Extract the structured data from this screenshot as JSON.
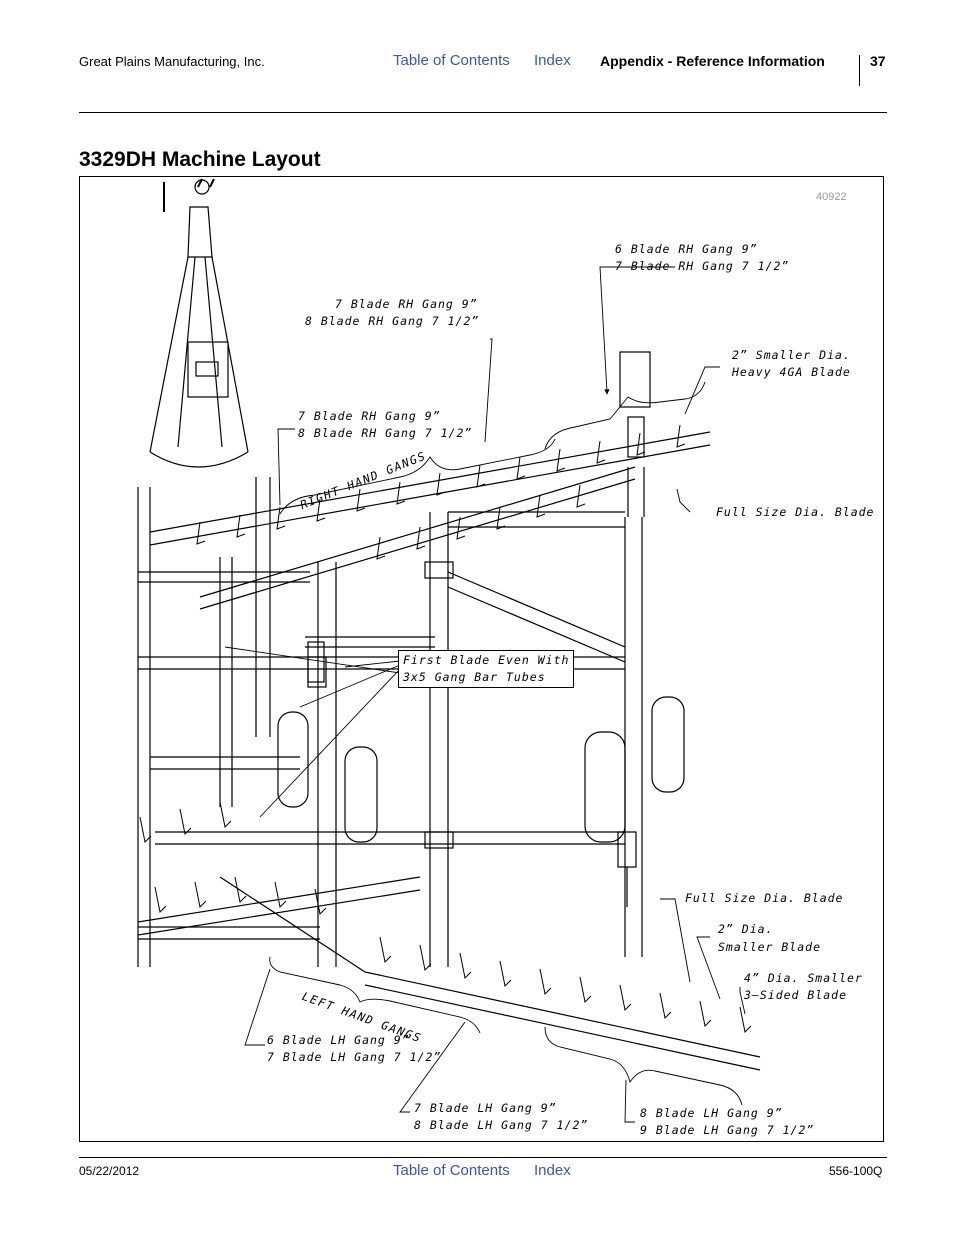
{
  "header": {
    "company": "Great Plains Manufacturing, Inc.",
    "toc_link": "Table of Contents",
    "index_link": "Index",
    "section": "Appendix - Reference Information",
    "page_number": "37"
  },
  "page_title": "3329DH Machine Layout",
  "figure": {
    "figure_number": "40922",
    "callouts": {
      "rh_6_blade": [
        "6 Blade RH Gang 9”",
        "7 Blade RH Gang 7 1/2”"
      ],
      "rh_7_blade": [
        "7 Blade RH Gang 9”",
        "8 Blade RH Gang 7 1/2”"
      ],
      "rh_7_blade_lower": [
        "7 Blade RH Gang 9”",
        "8 Blade RH Gang 7 1/2”"
      ],
      "smaller_dia_heavy": [
        "2” Smaller Dia.",
        "Heavy 4GA Blade"
      ],
      "full_size_rh": "Full Size Dia. Blade",
      "first_blade": [
        "First Blade Even With",
        "3x5 Gang Bar Tubes"
      ],
      "full_size_lh": "Full Size Dia. Blade",
      "dia_smaller_blade": [
        "2” Dia.",
        "Smaller Blade"
      ],
      "four_inch_smaller": [
        "4” Dia. Smaller",
        "3–Sided Blade"
      ],
      "lh_6_blade": [
        "6 Blade LH Gang 9”",
        "7 Blade LH Gang 7 1/2”"
      ],
      "lh_7_blade": [
        "7 Blade LH Gang 9”",
        "8 Blade LH Gang 7 1/2”"
      ],
      "lh_8_blade": [
        "8 Blade LH Gang 9”",
        "9 Blade LH Gang 7 1/2”"
      ],
      "right_hand_gangs": "RIGHT HAND GANGS",
      "left_hand_gangs": "LEFT HAND GANGS"
    }
  },
  "footer": {
    "date": "05/22/2012",
    "toc_link": "Table of Contents",
    "index_link": "Index",
    "doc_number": "556-100Q"
  }
}
